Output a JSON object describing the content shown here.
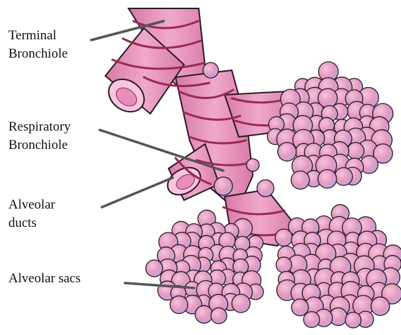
{
  "labels": {
    "terminal_bronchiole": {
      "line1": "Terminal",
      "line2": "Bronchiole"
    },
    "respiratory_bronchiole": {
      "line1": "Respiratory",
      "line2": "Bronchiole"
    },
    "alveolar_ducts": {
      "line1": "Alveolar",
      "line2": "ducts"
    },
    "alveolar_sacs": {
      "line1": "Alveolar sacs"
    }
  },
  "colors": {
    "airway_pink": "#e48ab3",
    "airway_light": "#f3b4d2",
    "lumen": "#f7c6dc",
    "muscle_band": "#9a2a52",
    "alveolus_fill": "#e39ac0",
    "alveolus_cool": "#b8a9e6",
    "outline": "#2a1a26",
    "leader_line": "#555555"
  }
}
